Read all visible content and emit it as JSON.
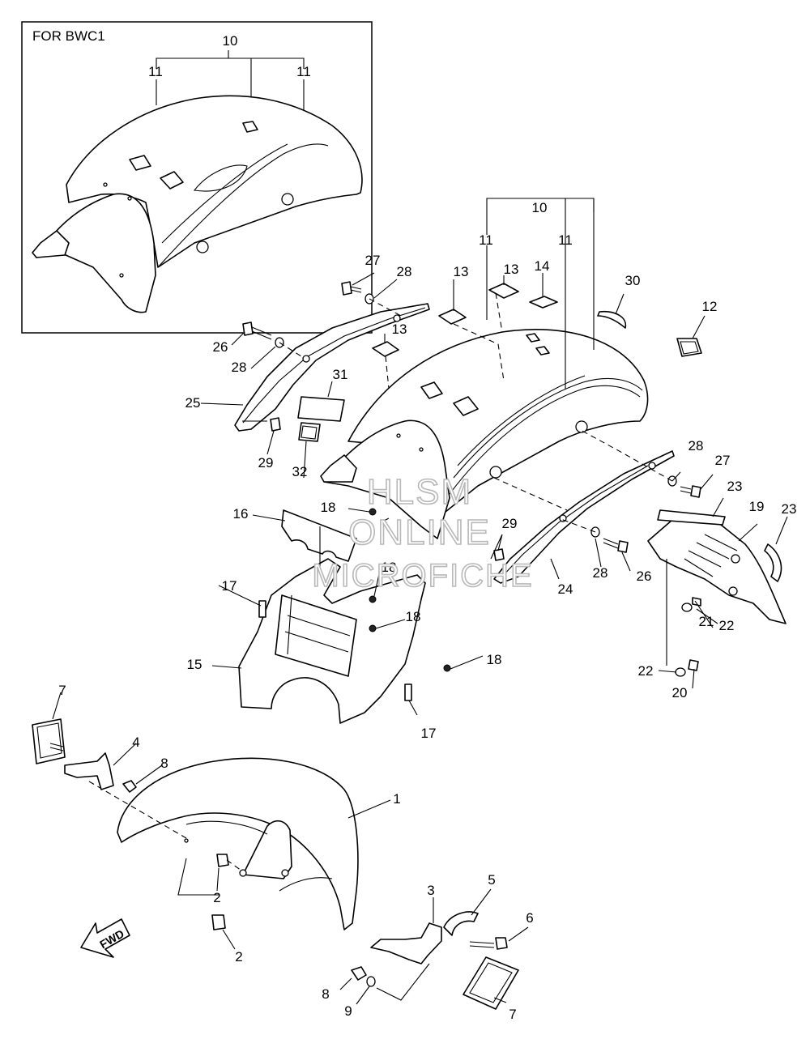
{
  "inset": {
    "title": "FOR BWC1"
  },
  "fwd_label": "FWD",
  "callouts": {
    "c1": "1",
    "c2a": "2",
    "c2b": "2",
    "c3": "3",
    "c4": "4",
    "c5": "5",
    "c6": "6",
    "c7a": "7",
    "c7b": "7",
    "c8a": "8",
    "c8b": "8",
    "c9": "9",
    "c10a": "10",
    "c10b": "10",
    "c11a": "11",
    "c11b": "11",
    "c11c": "11",
    "c11d": "11",
    "c12": "12",
    "c13a": "13",
    "c13b": "13",
    "c13c": "13",
    "c14": "14",
    "c15": "15",
    "c16": "16",
    "c17a": "17",
    "c17b": "17",
    "c18a": "18",
    "c18b": "18",
    "c18c": "18",
    "c18d": "18",
    "c19": "19",
    "c20": "20",
    "c21": "21",
    "c22a": "22",
    "c22b": "22",
    "c23a": "23",
    "c23b": "23",
    "c24": "24",
    "c25": "25",
    "c26a": "26",
    "c26b": "26",
    "c27a": "27",
    "c27b": "27",
    "c28a": "28",
    "c28b": "28",
    "c28c": "28",
    "c28d": "28",
    "c29a": "29",
    "c29b": "29",
    "c30": "30",
    "c31": "31",
    "c32": "32"
  },
  "watermark": {
    "line1": "HLSM",
    "line2": "ONLINE",
    "line3": "MICROFICHE"
  }
}
